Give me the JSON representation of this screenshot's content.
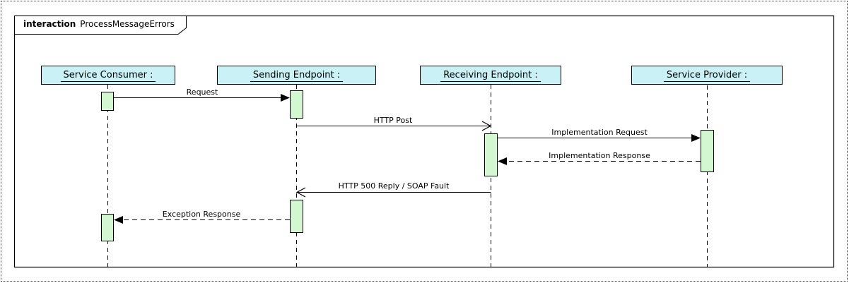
{
  "frame": {
    "stereotype": "interaction",
    "title": "ProcessMessageErrors"
  },
  "lifelines": [
    {
      "label": "Service Consumer :"
    },
    {
      "label": "Sending Endpoint :"
    },
    {
      "label": "Receiving Endpoint :"
    },
    {
      "label": "Service Provider :"
    }
  ],
  "messages": [
    {
      "label": "Request",
      "from": "Service Consumer",
      "to": "Sending Endpoint",
      "line": "solid",
      "arrowhead": "filled"
    },
    {
      "label": "HTTP Post",
      "from": "Sending Endpoint",
      "to": "Receiving Endpoint",
      "line": "solid",
      "arrowhead": "open"
    },
    {
      "label": "Implementation Request",
      "from": "Receiving Endpoint",
      "to": "Service Provider",
      "line": "solid",
      "arrowhead": "filled"
    },
    {
      "label": "Implementation Response",
      "from": "Service Provider",
      "to": "Receiving Endpoint",
      "line": "dashed",
      "arrowhead": "filled"
    },
    {
      "label": "HTTP 500 Reply / SOAP Fault",
      "from": "Receiving Endpoint",
      "to": "Sending Endpoint",
      "line": "solid",
      "arrowhead": "open"
    },
    {
      "label": "Exception Response",
      "from": "Sending Endpoint",
      "to": "Service Consumer",
      "line": "dashed",
      "arrowhead": "filled"
    }
  ],
  "colors": {
    "lifeline_head_fill": "#caf2f6",
    "activation_fill": "#d3f7d0",
    "line_color": "#000000"
  }
}
